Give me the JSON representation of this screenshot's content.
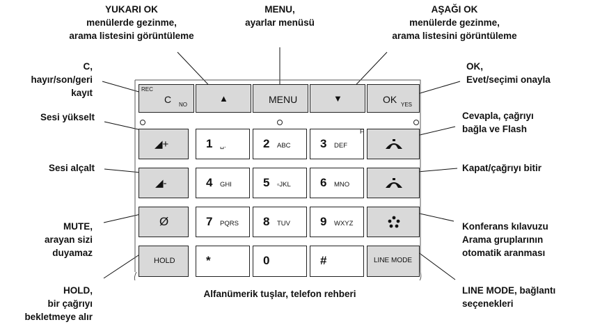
{
  "callouts": {
    "yukari_ok": [
      "YUKARI OK",
      "menülerde gezinme,",
      "arama listesini görüntüleme"
    ],
    "menu": [
      "MENU,",
      "ayarlar menüsü"
    ],
    "asagi_ok": [
      "AŞAĞI OK",
      "menülerde gezinme,",
      "arama listesini görüntüleme"
    ],
    "c_key": [
      "C,",
      "hayır/son/geri",
      "kayıt"
    ],
    "ok_key": [
      "OK,",
      "Evet/seçimi onayla"
    ],
    "volume_up": [
      "Sesi yükselt"
    ],
    "volume_down": [
      "Sesi alçalt"
    ],
    "mute": [
      "MUTE,",
      "arayan sizi",
      "duyamaz"
    ],
    "hold": [
      "HOLD,",
      "bir çağrıyı",
      "bekletmeye alır"
    ],
    "answer": [
      "Cevapla, çağrıyı",
      "bağla ve Flash"
    ],
    "hangup": [
      "Kapat/çağrıyı bitir"
    ],
    "conference": [
      "Konferans kılavuzu",
      "Arama gruplarının",
      "otomatik aranması"
    ],
    "line_mode": [
      "LINE MODE, bağlantı",
      "seçenekleri"
    ],
    "alphanumeric": [
      "Alfanümerik tuşlar, telefon rehberi"
    ]
  },
  "keys": {
    "c": {
      "label": "C",
      "sup": "REC",
      "sub": "NO"
    },
    "up": {
      "symbol": "▲",
      "icon": "up-arrow-icon"
    },
    "menu": {
      "label": "MENU"
    },
    "down": {
      "symbol": "▼",
      "icon": "down-arrow-icon"
    },
    "ok": {
      "label": "OK",
      "sub": "YES"
    },
    "vol_up": {
      "symbol": "◢+",
      "icon": "volume-up-icon"
    },
    "vol_down": {
      "symbol": "◢-",
      "icon": "volume-down-icon"
    },
    "mute": {
      "symbol": "Ø",
      "icon": "mute-icon"
    },
    "hold": {
      "label": "HOLD"
    },
    "answer": {
      "sup": "F",
      "icon": "off-hook-icon"
    },
    "hangup": {
      "icon": "on-hook-icon"
    },
    "conference": {
      "icon": "conference-icon"
    },
    "line_mode": {
      "label": "LINE MODE"
    },
    "digits": [
      {
        "num": "1",
        "letters": "␣."
      },
      {
        "num": "2",
        "letters": "ABC"
      },
      {
        "num": "3",
        "letters": "DEF"
      },
      {
        "num": "4",
        "letters": "GHI"
      },
      {
        "num": "5",
        "letters": "▫JKL"
      },
      {
        "num": "6",
        "letters": "MNO"
      },
      {
        "num": "7",
        "letters": "PQRS"
      },
      {
        "num": "8",
        "letters": "TUV"
      },
      {
        "num": "9",
        "letters": "WXYZ"
      },
      {
        "num": "*",
        "letters": ""
      },
      {
        "num": "0",
        "letters": ""
      },
      {
        "num": "#",
        "letters": ""
      }
    ]
  },
  "colors": {
    "key_gray": "#d9d9d9",
    "key_white": "#ffffff",
    "outline": "#222222"
  }
}
